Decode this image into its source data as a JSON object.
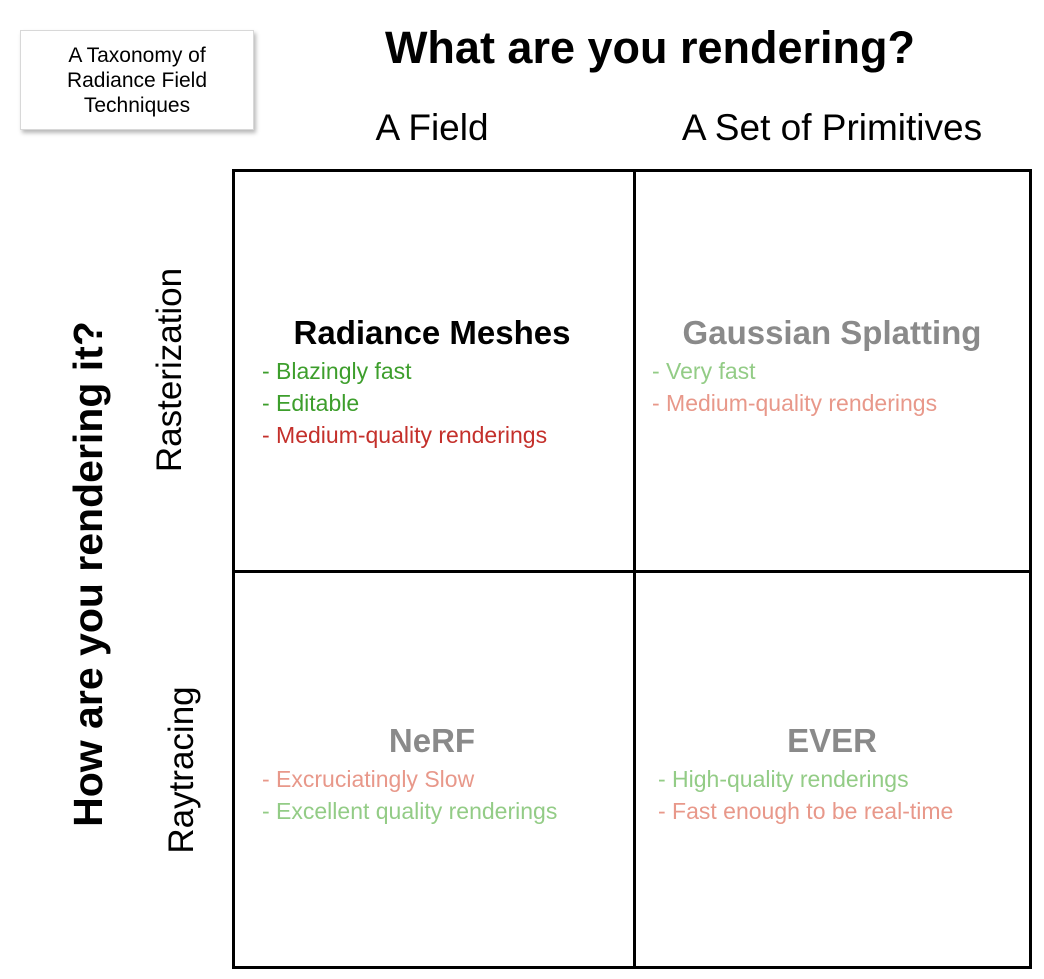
{
  "colors": {
    "positive_strong": "#3d9e2c",
    "negative_strong": "#c4302b",
    "positive_faded": "#93cc86",
    "negative_faded": "#e8988a",
    "title_faded": "#8a8a8a",
    "grid": "#000000"
  },
  "title_box": {
    "lines": [
      "A Taxonomy of",
      "Radiance Field",
      "Techniques"
    ]
  },
  "main_question": "What are you rendering?",
  "row_question": "How are you rendering it?",
  "columns": [
    "A Field",
    "A Set of Primitives"
  ],
  "rows": [
    "Rasterization",
    "Raytracing"
  ],
  "cells": {
    "radiance_meshes": {
      "title": "Radiance Meshes",
      "bullets": [
        {
          "text": "-  Blazingly fast",
          "tone": "positive_strong"
        },
        {
          "text": "-  Editable",
          "tone": "positive_strong"
        },
        {
          "text": "-  Medium-quality renderings",
          "tone": "negative_strong"
        }
      ]
    },
    "gaussian_splatting": {
      "title": "Gaussian Splatting",
      "bullets": [
        {
          "text": "- Very fast",
          "tone": "positive_faded"
        },
        {
          "text": "- Medium-quality renderings",
          "tone": "negative_faded"
        }
      ]
    },
    "nerf": {
      "title": "NeRF",
      "bullets": [
        {
          "text": "- Excruciatingly Slow",
          "tone": "negative_faded"
        },
        {
          "text": "- Excellent quality renderings",
          "tone": "positive_faded"
        }
      ]
    },
    "ever": {
      "title": "EVER",
      "bullets": [
        {
          "text": "- High-quality renderings",
          "tone": "positive_faded"
        },
        {
          "text": "- Fast enough to be real-time",
          "tone": "negative_faded"
        }
      ]
    }
  }
}
